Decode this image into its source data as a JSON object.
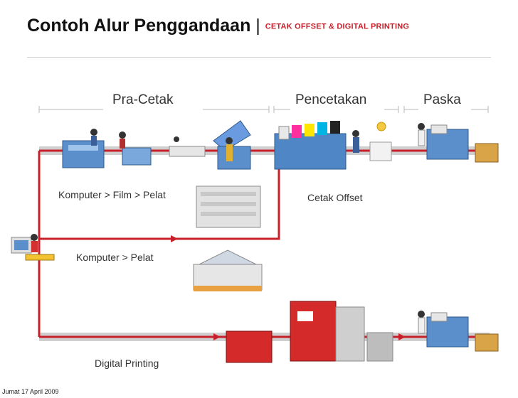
{
  "slide": {
    "title": "Contoh Alur Penggandaan",
    "separator": "|",
    "subtitle": "CETAK OFFSET & DIGITAL PRINTING",
    "date": "Jumat 17 April 2009"
  },
  "stages": {
    "pre_press": "Pra-Cetak",
    "press": "Pencetakan",
    "post_press": "Paska"
  },
  "flows": {
    "ctf": "Komputer > Film > Pelat",
    "ctp": "Komputer > Pelat",
    "offset": "Cetak Offset",
    "digital": "Digital Printing"
  },
  "colors": {
    "flow_red": "#c8202a",
    "machine_blue": "#4f86c6",
    "digital_red": "#d42a2a",
    "grey": "#cfcfcf"
  }
}
